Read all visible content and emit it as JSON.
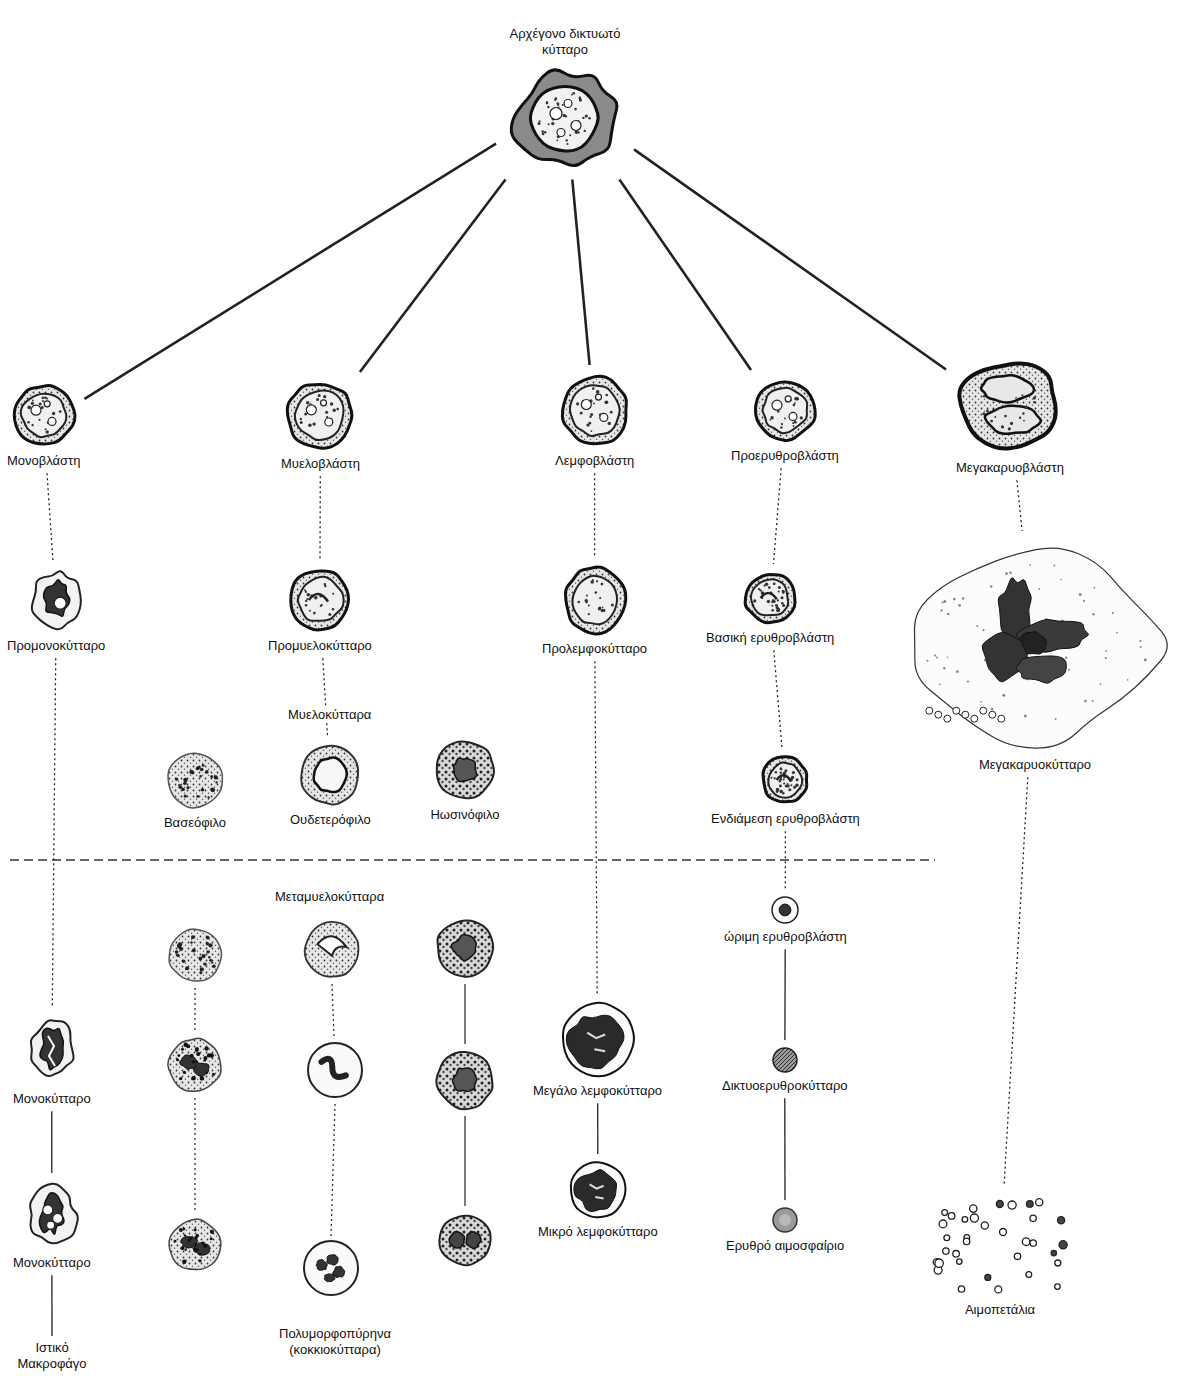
{
  "diagram": {
    "nodes": [
      {
        "text": [
          "Αρχέγονο δικτυωτό κύτταρο"
        ]
      },
      {
        "text": [
          "Μονοβλάστη"
        ]
      },
      {
        "text": [
          "Μυελοβλάστη"
        ]
      },
      {
        "text": [
          "Λεμφοβλάστη"
        ]
      },
      {
        "text": [
          "Προερυθροβλάστη"
        ]
      },
      {
        "text": [
          "Μεγακαρυοβλάστη"
        ]
      },
      {
        "text": [
          "Προμονοκύτταρο"
        ]
      },
      {
        "text": [
          "Προμυελοκύτταρο"
        ]
      },
      {
        "text": [
          "Προλεμφοκύτταρο"
        ]
      },
      {
        "text": [
          "Βασική ερυθροβλάστη"
        ]
      },
      {
        "text": [
          "Μεγακαρυοκύτταρο"
        ]
      },
      {
        "text": [
          "Βασεόφιλο"
        ]
      },
      {
        "text": [
          "Ουδετερόφιλο"
        ]
      },
      {
        "text": [
          "Ηωσινόφιλο"
        ]
      },
      {
        "text": [
          "Ενδιάμεση ερυθροβλάστη"
        ]
      },
      {
        "text": [
          "ώριμη ερυθροβλάστη"
        ]
      },
      {
        "text": [
          "Μονοκύτταρο"
        ]
      },
      {
        "text": [
          "Μεγάλο λεμφοκύτταρο"
        ]
      },
      {
        "text": [
          "Δικτυοερυθροκύτταρο"
        ]
      },
      {
        "text": [
          "Μονοκύτταρο"
        ]
      },
      {
        "text": [
          "Μικρό λεμφοκύτταρο"
        ]
      },
      {
        "text": [
          "Ερυθρό αιμοσφαίριο"
        ]
      },
      {
        "text": [
          "Αιμοπετάλια"
        ]
      },
      {
        "text": [
          "Ιστικό Μακροφάγο"
        ]
      }
    ],
    "edges": [
      {
        "from": 0,
        "to": 1,
        "arrow": "none"
      },
      {
        "from": 0,
        "to": 2,
        "arrow": "none"
      },
      {
        "from": 0,
        "to": 3,
        "arrow": "none"
      },
      {
        "from": 0,
        "to": 4,
        "arrow": "none"
      },
      {
        "from": 0,
        "to": 5,
        "arrow": "none"
      },
      {
        "from": 1,
        "to": 6,
        "arrow": "none"
      },
      {
        "from": 6,
        "to": 16,
        "arrow": "none"
      },
      {
        "from": 16,
        "to": 19,
        "arrow": "none"
      },
      {
        "from": 19,
        "to": 23,
        "arrow": "none"
      },
      {
        "from": 2,
        "to": 7,
        "arrow": "none"
      },
      {
        "from": 7,
        "to": 12,
        "arrow": "none"
      },
      {
        "from": 3,
        "to": 8,
        "arrow": "none"
      },
      {
        "from": 8,
        "to": 17,
        "arrow": "none"
      },
      {
        "from": 17,
        "to": 20,
        "arrow": "none"
      },
      {
        "from": 4,
        "to": 9,
        "arrow": "none"
      },
      {
        "from": 9,
        "to": 14,
        "arrow": "none"
      },
      {
        "from": 14,
        "to": 15,
        "arrow": "none"
      },
      {
        "from": 15,
        "to": 18,
        "arrow": "none"
      },
      {
        "from": 18,
        "to": 21,
        "arrow": "none"
      },
      {
        "from": 5,
        "to": 10,
        "arrow": "none"
      },
      {
        "from": 10,
        "to": 22,
        "arrow": "none"
      }
    ],
    "labels": [
      "Μυελοκύτταρα",
      "Μεταμυελοκύτταρα",
      "Πολυμορφοπύρηνα (κοκκιοκύτταρα)"
    ]
  }
}
